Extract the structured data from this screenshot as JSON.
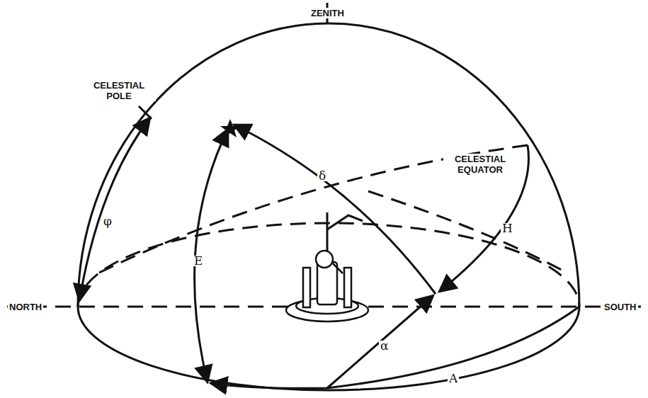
{
  "diagram": {
    "labels": [
      "ZENITH",
      "CELESTIAL POLE",
      "CELESTIAL EQUATOR",
      "NORTH",
      "SOUTH",
      "φ",
      "E",
      "δ",
      "H",
      "α",
      "A"
    ]
  }
}
